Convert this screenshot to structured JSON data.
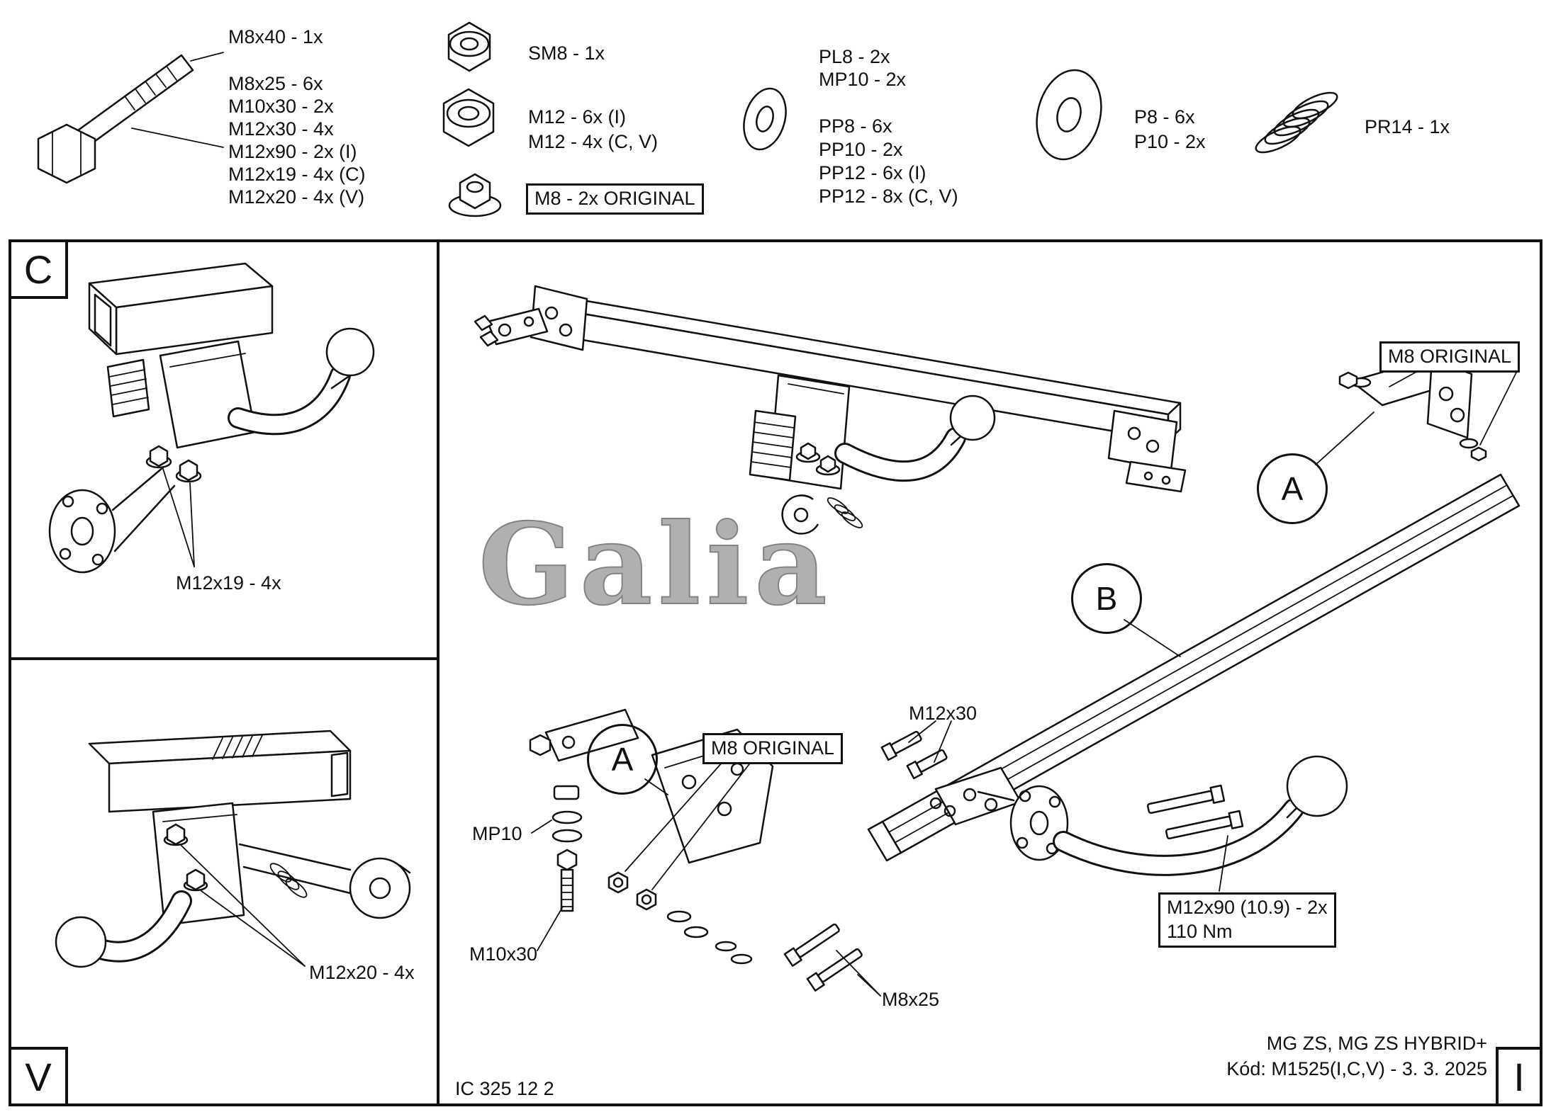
{
  "hardware": {
    "bolts": {
      "label_top": "M8x40 - 1x",
      "labels": [
        "M8x25 - 6x",
        "M10x30 - 2x",
        "M12x30 - 4x",
        "M12x90 - 2x (I)",
        "M12x19 - 4x (C)",
        "M12x20 - 4x (V)"
      ]
    },
    "nuts": {
      "sm8": "SM8 - 1x",
      "m12_i": "M12 - 6x (I)",
      "m12_cv": "M12 - 4x (C, V)",
      "m8_original": "M8 - 2x ORIGINAL"
    },
    "washers_small": {
      "pl8": "PL8 - 2x",
      "mp10": "MP10 - 2x",
      "pp8": "PP8 - 6x",
      "pp10": "PP10 - 2x",
      "pp12_i": "PP12 - 6x (I)",
      "pp12_cv": "PP12 - 8x (C, V)"
    },
    "washers_large": {
      "p8": "P8 - 6x",
      "p10": "P10 - 2x"
    },
    "spring": {
      "pr14": "PR14 - 1x"
    }
  },
  "sections": {
    "c": "C",
    "v": "V",
    "i": "I"
  },
  "detail_c": {
    "callout": "M12x19 - 4x"
  },
  "detail_v": {
    "callout": "M12x20 - 4x"
  },
  "assembly": {
    "m8_original_right": "M8 ORIGINAL",
    "m8_original_left": "M8 ORIGINAL",
    "point_a": "A",
    "point_b": "B",
    "m12x30": "M12x30",
    "mp10": "MP10",
    "m10x30": "M10x30",
    "m8x25": "M8x25",
    "torque_line1": "M12x90 (10.9) - 2x",
    "torque_line2": "110 Nm"
  },
  "footer": {
    "doc_code": "IC 325 12 2",
    "vehicle": "MG ZS, MG ZS HYBRID+",
    "code_date": "Kód: M1525(I,C,V) - 3. 3. 2025"
  },
  "watermark": "Galia"
}
